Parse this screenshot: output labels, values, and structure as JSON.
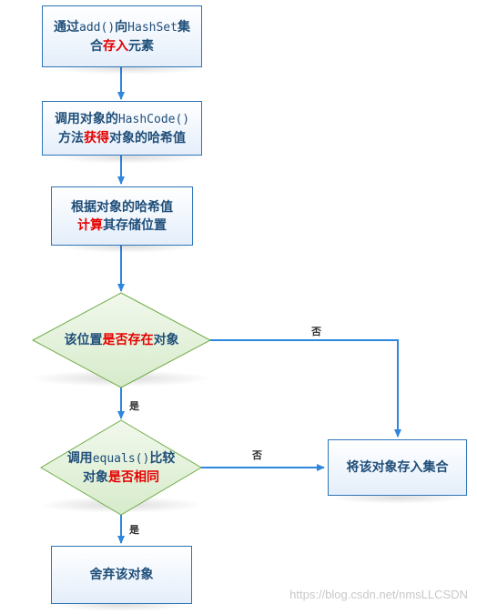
{
  "nodes": {
    "add": {
      "line1_a": "通过",
      "line1_mono": "add()",
      "line1_b": "向",
      "line1_mono2": "HashSet",
      "line1_c": "集",
      "line2_a": "合",
      "line2_red": "存入",
      "line2_b": "元素"
    },
    "hashcode": {
      "line1_a": "调用对象的",
      "line1_mono": "HashCode()",
      "line2_a": "方法",
      "line2_red": "获得",
      "line2_b": "对象的哈希值"
    },
    "compute": {
      "line1": "根据对象的哈希值",
      "line2_red": "计算",
      "line2_b": "其存储位置"
    },
    "exists": {
      "text_a": "该位置",
      "text_red": "是否存在",
      "text_b": "对象"
    },
    "equals": {
      "line1_a": "调用",
      "line1_mono": "equals()",
      "line1_b": "比较",
      "line2_a": "对象",
      "line2_red": "是否相同"
    },
    "store": {
      "text": "将该对象存入集合"
    },
    "discard": {
      "text": "舍弃该对象"
    }
  },
  "edges": {
    "exists_no": "否",
    "exists_yes": "是",
    "equals_no": "否",
    "equals_yes": "是"
  },
  "watermark": "https://blog.csdn.net/nmsLLCSDN",
  "colors": {
    "line": "#2e86de",
    "border": "#2e75b6",
    "diamond_fill": "#e2f0d9",
    "diamond_border": "#70ad47",
    "highlight": "#e60000"
  }
}
